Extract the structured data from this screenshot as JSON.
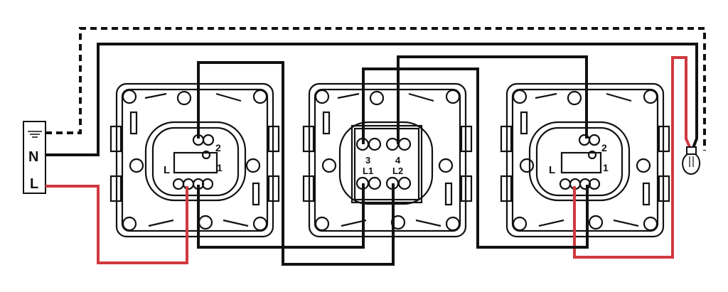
{
  "terminal_block": {
    "neutral": "N",
    "live": "L",
    "earth_symbol": "earth-icon"
  },
  "left_switch": {
    "common": "L",
    "t1": "1",
    "t2": "2"
  },
  "middle_switch": {
    "t3": "3",
    "t4": "4",
    "l1": "L1",
    "l2": "L2"
  },
  "right_switch": {
    "common": "L",
    "t1": "1",
    "t2": "2"
  },
  "colors": {
    "live": "#d0393f",
    "neutral": "#111111",
    "earth": "#111111",
    "travelers": "#111111"
  }
}
